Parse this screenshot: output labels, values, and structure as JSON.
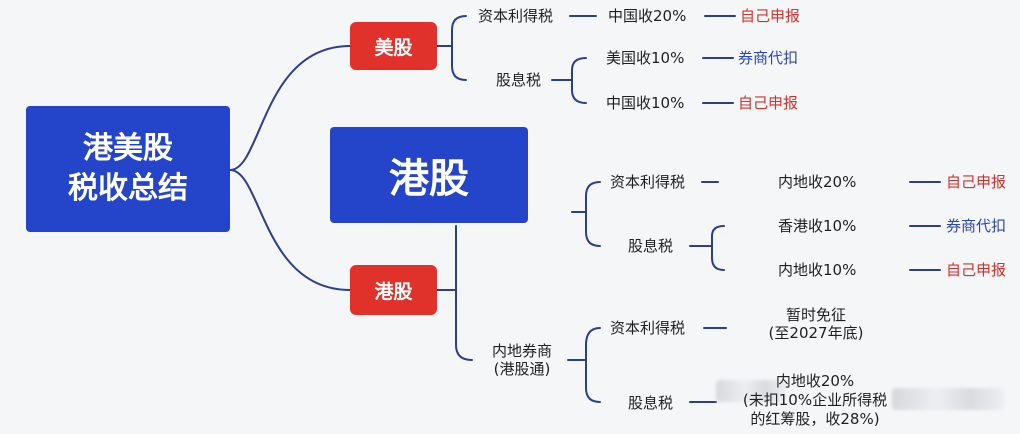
{
  "title": {
    "line1": "港美股",
    "line2": "税收总结"
  },
  "hk_big": "港股",
  "us": {
    "label": "美股",
    "capital_gains": {
      "label": "资本利得税",
      "rule": "中国收20%",
      "action": "自己申报"
    },
    "dividend": {
      "label": "股息税",
      "items": [
        {
          "rule": "美国收10%",
          "action": "券商代扣"
        },
        {
          "rule": "中国收10%",
          "action": "自己申报"
        }
      ]
    }
  },
  "hk": {
    "label": "港股",
    "capital_gains": {
      "label": "资本利得税",
      "rule": "内地收20%",
      "action": "自己申报"
    },
    "dividend": {
      "label": "股息税",
      "items": [
        {
          "rule": "香港收10%",
          "action": "券商代扣"
        },
        {
          "rule": "内地收10%",
          "action": "自己申报"
        }
      ]
    },
    "mainland_broker": {
      "label_line1": "内地券商",
      "label_line2": "(港股通)",
      "capital_gains": {
        "label": "资本利得税",
        "rule_line1": "暂时免征",
        "rule_line2": "(至2027年底)"
      },
      "dividend": {
        "label": "股息税",
        "rule_line1": "内地收20%",
        "rule_line2": "(未扣10%企业所得税",
        "rule_line3": "的红筹股，收28%)"
      }
    }
  },
  "colors": {
    "blue": "#2445c9",
    "red": "#e0322b",
    "line": "#2c3f8f"
  }
}
